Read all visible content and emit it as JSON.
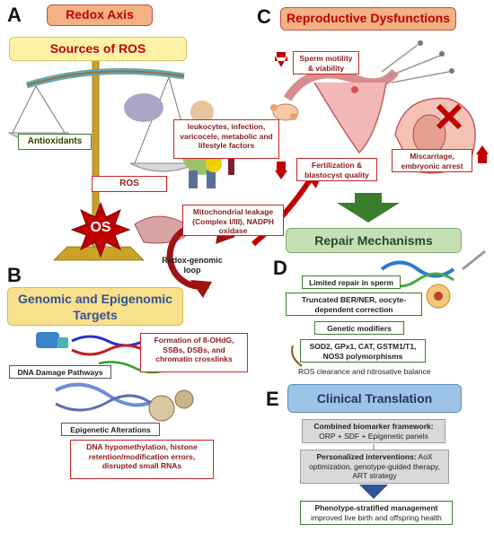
{
  "panels": {
    "a": {
      "letter": "A",
      "title": "Redox Axis",
      "subtitle": "Sources of ROS",
      "antioxidants": "Antioxidants",
      "leukocytes": "leukocytes, infection, varicocele, metabolic and lifestyle factors",
      "ros": "ROS",
      "mito": "Mitochondrial leakage (Complex I/III), NADPH oxidase",
      "os": "OS",
      "loop": "Redox-genomic loop"
    },
    "b": {
      "letter": "B",
      "title": "Genomic and Epigenomic Targets",
      "dna_damage": "DNA Damage Pathways",
      "formation": "Formation of 8-OHdG, SSBs, DSBs, and chromatin crosslinks",
      "epigenetic": "Epigenetic Alterations",
      "hypomethylation": "DNA hypomethylation, histone retention/modification errors, disrupted small RNAs"
    },
    "c": {
      "letter": "C",
      "title": "Reproductive Dysfunctions",
      "sperm": "Sperm motility & viability",
      "fertilization": "Fertilization & blastocyst quality",
      "miscarriage": "Miscarriage, embryonic arrest"
    },
    "d": {
      "letter": "D",
      "title": "Repair Mechanisms",
      "limited": "Limited repair in sperm",
      "truncated": "Truncated BER/NER, oocyte-dependent correction",
      "modifiers": "Genetic modifiers",
      "sod": "SOD2, GPx1, CAT, GSTM1/T1, NOS3 polymorphisms",
      "ros_clearance": "ROS clearance and nitrosative balance"
    },
    "e": {
      "letter": "E",
      "title": "Clinical Translation",
      "biomarker_title": "Combined biomarker framework:",
      "biomarker_body": "ORP + SDF + Epigenetic panels",
      "personalized_title": "Personalized interventions:",
      "personalized_body": "AoX optimization, genotype-guided therapy, ART strategy",
      "phenotype_title": "Phenotype-stratified management",
      "phenotype_body": "improved live birth and offspring health"
    }
  },
  "colors": {
    "title_fill": "#f4b183",
    "title_border": "#c0504d",
    "sub_fill": "#fff2a8",
    "green_fill": "#c5e0b4",
    "blue_fill": "#9dc3e6",
    "red": "#c00000",
    "dark_red": "#8b1a1a",
    "green_arrow": "#3a7d2c",
    "blue_arrow": "#2f5597"
  }
}
